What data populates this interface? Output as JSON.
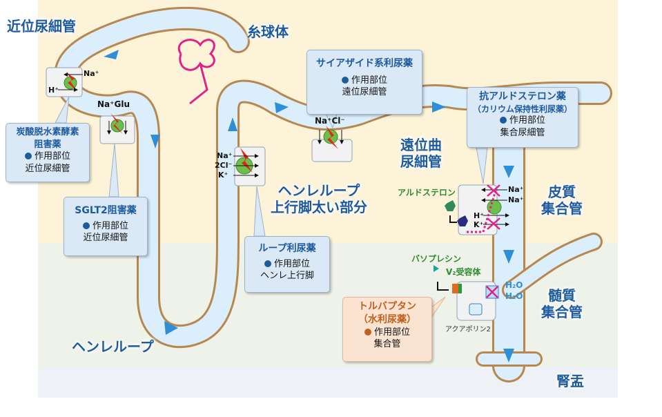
{
  "labels": {
    "proximal_tubule": "近位尿細管",
    "glomerulus": "糸球体",
    "loop_of_henle": "ヘンレループ",
    "thick_ascending": "ヘンレループ\n上行脚太い部分",
    "distal_tubule": "遠位曲\n尿細管",
    "cortical_cd": "皮質\n集合管",
    "medullary_cd": "髄質\n集合管",
    "renal_pelvis": "腎盂",
    "aldosterone": "アルドステロン",
    "vasopressin": "バソプレシン",
    "v2_receptor": "V₂受容体",
    "aquaporin": "アクアポリン2"
  },
  "ions": {
    "pt_na": "Na⁺",
    "pt_h": "H⁺",
    "pt_na_glu": "Na⁺Glu",
    "tal_na": "Na⁺",
    "tal_cl": "2Cl⁻",
    "tal_k": "K⁺",
    "dct_nacl": "Na⁺Cl⁻",
    "cd_na1": "Na⁺",
    "cd_na2": "Na⁺",
    "cd_h": "H⁺",
    "cd_k": "K⁺",
    "cd_h2o1": "H₂O",
    "cd_h2o2": "H₂O"
  },
  "callouts": {
    "cai": {
      "title": "炭酸脱水素酵素\n阻害薬",
      "site_label": "作用部位",
      "site": "近位尿細管"
    },
    "sglt2": {
      "title": "SGLT2阻害薬",
      "site_label": "作用部位",
      "site": "近位尿細管"
    },
    "loop": {
      "title": "ループ利尿薬",
      "site_label": "作用部位",
      "site": "ヘンレ上行脚"
    },
    "thiazide": {
      "title": "サイアザイド系利尿薬",
      "site_label": "作用部位",
      "site": "遠位尿細管"
    },
    "anti_aldo": {
      "title": "抗アルドステロン薬",
      "subtitle": "（カリウム保持性利尿薬）",
      "site_label": "作用部位",
      "site": "集合尿細管"
    },
    "tolvaptan": {
      "title": "トルバプタン\n（水利尿薬）",
      "site_label": "作用部位",
      "site": "集合管"
    }
  },
  "colors": {
    "cortex_bg": "#fcf3d9",
    "medulla_bg": "#eff2e8",
    "pelvis_bg": "#eef1f6",
    "tubule_fill": "#dbeefb",
    "tubule_edge": "#b7874f",
    "arrow": "#2f8fd6",
    "glomerulus": "#e0218a",
    "transporter": "#6cc04a",
    "inhibitor": "#e8211e",
    "callout_blue": "#dbe9f7",
    "callout_orange": "#fbe3d2"
  }
}
